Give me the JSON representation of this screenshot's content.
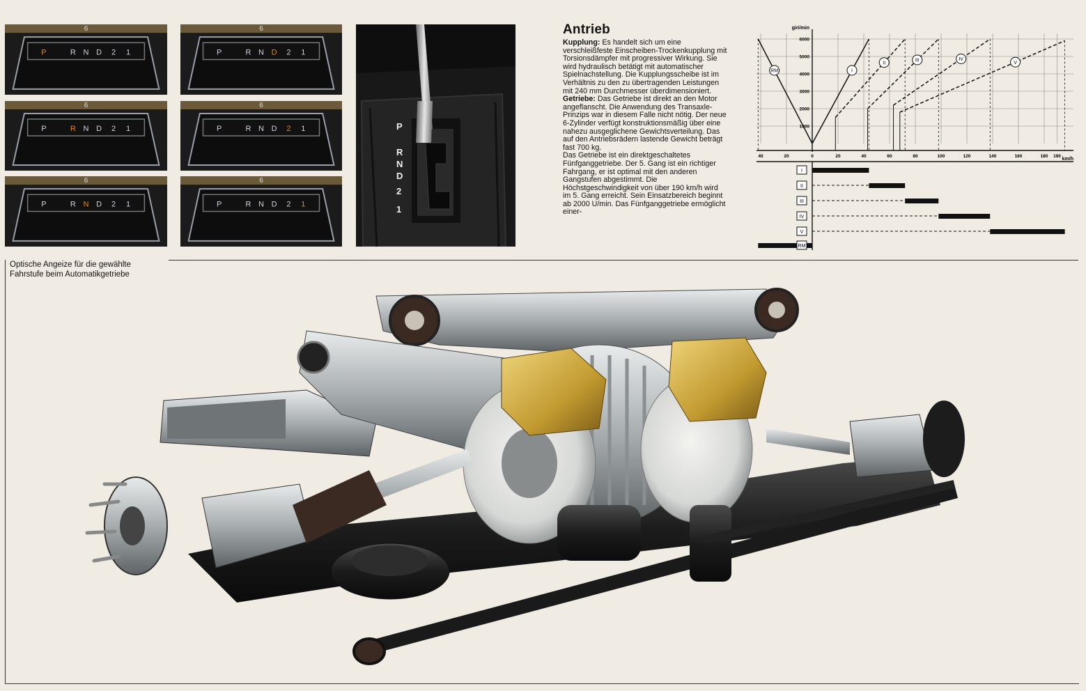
{
  "gear_indicator": {
    "letters": [
      "P",
      "R",
      "N",
      "D",
      "2",
      "1"
    ],
    "dial_mark": "6",
    "panels": [
      {
        "active": "P"
      },
      {
        "active": "D"
      },
      {
        "active": "R"
      },
      {
        "active": "2"
      },
      {
        "active": "N"
      },
      {
        "active": "1"
      }
    ]
  },
  "shifter": {
    "labels": [
      "P",
      "R",
      "N",
      "D",
      "2",
      "1"
    ]
  },
  "article": {
    "title": "Antrieb",
    "kupplung_label": "Kupplung:",
    "kupplung_text": " Es handelt sich um eine verschleißfeste Einscheiben-Trockenkupplung mit Torsionsdämpfer mit progressiver Wirkung. Sie wird hydraulisch betätigt mit automatischer Spielnachstellung. Die Kupplungsscheibe ist im Verhältnis zu den zu übertragenden Leistungen mit 240 mm Durchmesser überdimensioniert.",
    "getriebe_label": "Getriebe:",
    "getriebe_text": " Das Getriebe ist direkt an den Motor angeflanscht. Die Anwendung des Transaxle-Prinzips war in diesem Falle nicht nötig. Der neue 6-Zylinder verfügt konstruktionsmäßig über eine nahezu ausgeglichene Gewichtsverteilung. Das auf den Antriebsrädern lastende Gewicht beträgt fast 700 kg.",
    "para3": "Das Getriebe ist ein direktgeschaltetes Fünfganggetriebe. Der 5. Gang ist ein richtiger Fahrgang, er ist optimal mit den anderen Gangstufen abgestimmt. Die Höchstgeschwindigkeit von über 190 km/h wird im 5. Gang erreicht. Sein Einsatzbereich beginnt ab 2000 U/min. Das Fünfganggetriebe ermöglicht einer-"
  },
  "caption": {
    "line1": "Optische Angeize für die gewählte",
    "line2": "Fahrstufe beim Automatikgetriebe"
  },
  "chart_data": {
    "type": "line",
    "ylabel": "giri/min",
    "xlabel": "km/h",
    "y_ticks": [
      1000,
      2000,
      3000,
      4000,
      5000,
      6000
    ],
    "y_tick_labels": [
      "1000",
      "2000",
      "3000",
      "4000",
      "5000",
      "6000"
    ],
    "x_ticks_forward": [
      20,
      40,
      60,
      80,
      100,
      120,
      140,
      160,
      180,
      190
    ],
    "x_tick_labels_forward": [
      "20",
      "40",
      "60",
      "80",
      "100",
      "120",
      "140",
      "160",
      "180",
      "190"
    ],
    "x_ticks_reverse": [
      40,
      20
    ],
    "x_tick_labels_reverse": [
      "40",
      "20"
    ],
    "origin_label": "0",
    "xlim": [
      -45,
      200
    ],
    "ylim": [
      0,
      6200
    ],
    "series": [
      {
        "name": "RM",
        "points": [
          [
            0,
            0
          ],
          [
            -42,
            6000
          ]
        ],
        "dash": false
      },
      {
        "name": "I",
        "points": [
          [
            0,
            0
          ],
          [
            44,
            6000
          ]
        ],
        "dash": false,
        "shift_from": [
          0,
          0
        ]
      },
      {
        "name": "II",
        "points": [
          [
            18,
            1500
          ],
          [
            72,
            6000
          ]
        ],
        "dash": true
      },
      {
        "name": "III",
        "points": [
          [
            43,
            2000
          ],
          [
            98,
            6000
          ]
        ],
        "dash": true
      },
      {
        "name": "IV",
        "points": [
          [
            63,
            2200
          ],
          [
            138,
            6000
          ]
        ],
        "dash": true
      },
      {
        "name": "V",
        "points": [
          [
            68,
            1800
          ],
          [
            196,
            5900
          ]
        ],
        "dash": true
      }
    ],
    "ranges": [
      {
        "name": "I",
        "from": 0,
        "to": 44
      },
      {
        "name": "II",
        "from": 44,
        "to": 72
      },
      {
        "name": "III",
        "from": 72,
        "to": 98
      },
      {
        "name": "IV",
        "from": 98,
        "to": 138
      },
      {
        "name": "V",
        "from": 138,
        "to": 196
      },
      {
        "name": "RM",
        "from": -42,
        "to": 0
      }
    ]
  },
  "colors": {
    "active_gear": "#e8891c",
    "inactive_gear": "#cfd4e0",
    "panel_bg": "#151515",
    "caliper": "#c9a43a",
    "metal": "#b9bdbf",
    "arm": "#1e1e1e"
  }
}
